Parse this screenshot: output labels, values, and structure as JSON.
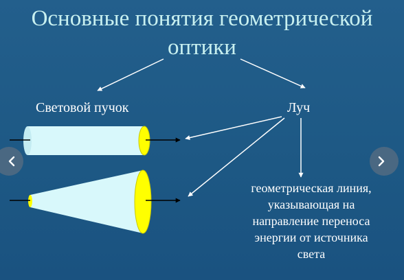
{
  "title_line1": "Основные понятия геометрической",
  "title_line2": "оптики",
  "labels": {
    "beam": "Световой пучок",
    "ray": "Луч"
  },
  "definition_lines": [
    "геометрическая линия,",
    "указывающая на",
    "направление переноса",
    "энергии от источника",
    "света"
  ],
  "colors": {
    "background": "#1f5a85",
    "title": "#c8f0f0",
    "beam_fill": "#d8f8fb",
    "beam_end": "#ffff00",
    "arrow": "#ffffff"
  },
  "nav": {
    "prev_icon": "chevron-left-icon",
    "next_icon": "chevron-right-icon"
  }
}
